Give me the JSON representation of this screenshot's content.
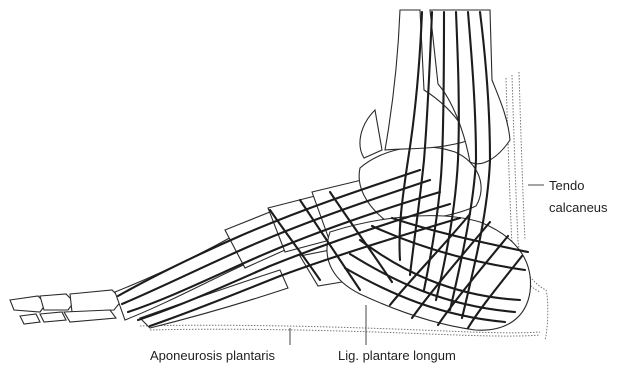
{
  "labels": {
    "tendo_line1": "Tendo",
    "tendo_line2": "calcaneus",
    "aponeurosis": "Aponeurosis plantaris",
    "ligament": "Lig. plantare longum"
  }
}
